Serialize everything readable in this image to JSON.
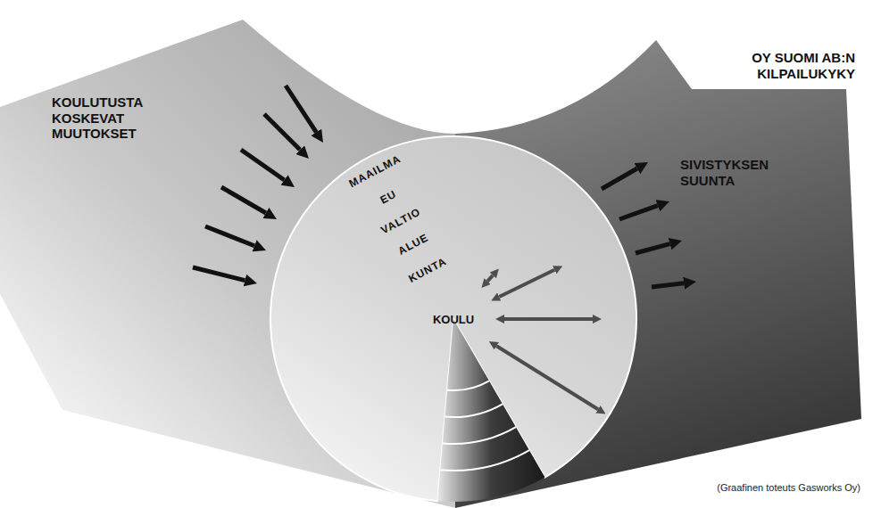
{
  "diagram": {
    "caption": "(Graafinen toteuts Gasworks Oy)",
    "nodes": [
      {
        "text": [
          "KOULUTUSTA KOSKEVAT MUUTOKSET"
        ]
      },
      {
        "text": [
          "OY SUOMI AB:N KILPAILUKYKY",
          "SIVISTYKSEN SUUNTA"
        ]
      },
      {
        "text": [
          "MAAILMA"
        ]
      },
      {
        "text": [
          "EU"
        ],
        "in": 2
      },
      {
        "text": [
          "VALTIO"
        ],
        "in": 3
      },
      {
        "text": [
          "ALUE"
        ],
        "in": 4
      },
      {
        "text": [
          "KUNTA"
        ],
        "in": 5
      },
      {
        "text": [
          "KOULU"
        ],
        "in": 6
      }
    ],
    "edges": [
      {
        "from": 7,
        "to": 6,
        "arrow": "both"
      },
      {
        "from": 7,
        "to": 4,
        "arrow": "both"
      },
      {
        "from": 7,
        "to": 3,
        "arrow": "both"
      },
      {
        "from": 7,
        "to": 2,
        "arrow": "both"
      }
    ]
  }
}
